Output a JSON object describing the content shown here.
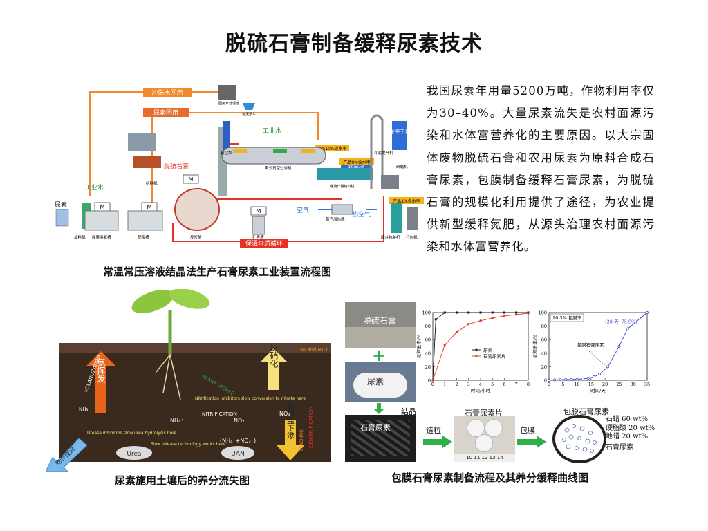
{
  "title": "脱硫石膏制备缓释尿素技术",
  "paragraph": "我国尿素年用量5200万吨，作物利用率仅为30–40%。大量尿素流失是农村面源污染和水体富营养化的主要原因。以大宗固体废物脱硫石膏和农用尿素为原料合成石膏尿素，包膜制备缓释石膏尿素，为脱硫石膏的规模化利用提供了途径，为农业提供新型缓释氮肥，从源头治理农村面源污染和水体富营养化。",
  "flow": {
    "caption": "常温常压溶液结晶法生产石膏尿素工业装置流程图",
    "tags": {
      "wash": "冲洗水回用",
      "urea_reuse": "尿素回用",
      "circulation": "保温介质循环",
      "industrial_water1": "工业水",
      "industrial_water2": "工业水",
      "gypsum": "脱硫石膏",
      "urea": "尿素",
      "air": "空气",
      "hot_air": "热空气",
      "dust": "除冲干燥",
      "predry": "预干燥",
      "p1": "产品10%含水率",
      "p2": "产品8%含水率",
      "p3": "产品1%含水率"
    },
    "labels": [
      "加料机",
      "尿素溶解槽",
      "配浆槽",
      "反应釜",
      "扩容槽",
      "蒸汽加热器",
      "翻斗包装机",
      "打包机",
      "螺旋计量给料机",
      "回用水处理池",
      "污泥泵车",
      "真空泵",
      "带式真空过滤机",
      "斗式提升机",
      "研磨机",
      "给料机",
      "M",
      "M",
      "M",
      "M"
    ]
  },
  "soil": {
    "caption": "尿素施用土壤后的养分流失图",
    "arrows": {
      "volatile": "氨挥发",
      "denitrify": "反硝化",
      "leach": "硝酸盐下渗",
      "runoff": "地表径流"
    },
    "labels": [
      "VOLATILIZATION",
      "DENITRIFICATION",
      "LEACHING",
      "PLANT UPTAKE",
      "N₂ and N₂O",
      "NITRIFICATION",
      "Urease inhibitors slow urea hydrolysis here",
      "Nitrification inhibitors slow conversion to nitrate here",
      "Slow release technology works here",
      "Urea",
      "UAN",
      "NH₃",
      "NH₄⁺",
      "NO₂⁻",
      "NO₃⁻",
      "(NH₄⁺+NO₃⁻)"
    ]
  },
  "process": {
    "caption": "包膜石膏尿素制备流程及其养分缓释曲线图",
    "gypsum": "脱硫石膏",
    "urea": "尿素",
    "crystal": "结晶",
    "gypsum_urea": "石膏尿素",
    "granulate": "造粒",
    "tablet_title": "石膏尿素片",
    "coat": "包膜",
    "coated_title": "包膜石膏尿素",
    "plus": "+",
    "ruler": "10  11  12  13  14",
    "composition": [
      "石蜡 60 wt%",
      "硬脂酸 20 wt%",
      "地蜡 20 wt%",
      "石膏尿素"
    ]
  },
  "chart_data": [
    {
      "type": "line",
      "ylabel": "氮释放率/%",
      "xlabel": "时间/小时",
      "xlim": [
        0,
        8
      ],
      "ylim": [
        0,
        100
      ],
      "xticks": [
        0,
        1,
        2,
        3,
        4,
        5,
        6,
        7,
        8
      ],
      "yticks": [
        0,
        20,
        40,
        60,
        80,
        100
      ],
      "legend_position": "center-right",
      "series": [
        {
          "name": "尿素",
          "color": "#111111",
          "x": [
            0,
            0.25,
            1,
            2,
            3,
            4,
            5,
            6,
            7,
            8
          ],
          "values": [
            0,
            90,
            100,
            100,
            100,
            100,
            100,
            100,
            100,
            100
          ]
        },
        {
          "name": "石膏尿素片",
          "color": "#e53224",
          "x": [
            0,
            1,
            2,
            3,
            4,
            5,
            6,
            7,
            8
          ],
          "values": [
            0,
            52,
            71,
            83,
            88,
            92,
            95,
            97,
            99
          ]
        }
      ]
    },
    {
      "type": "line",
      "ylabel": "氮释放率/%",
      "xlabel": "时间/天",
      "xlim": [
        0,
        35
      ],
      "ylim": [
        0,
        100
      ],
      "xticks": [
        0,
        5,
        10,
        15,
        20,
        25,
        30,
        35
      ],
      "yticks": [
        0,
        20,
        40,
        60,
        80,
        100
      ],
      "legend_box": "10.3% 包膜率",
      "annotation": "(28 天, 75.9%)",
      "series": [
        {
          "name": "包膜石膏尿素",
          "color": "#3344cc",
          "x": [
            0,
            2,
            4,
            6,
            8,
            10,
            12,
            14,
            16,
            18,
            21,
            25,
            28,
            35
          ],
          "values": [
            0,
            0.5,
            0.8,
            1,
            1.2,
            1.5,
            2,
            3,
            5,
            9,
            20,
            50,
            75.9,
            100
          ]
        }
      ]
    }
  ]
}
